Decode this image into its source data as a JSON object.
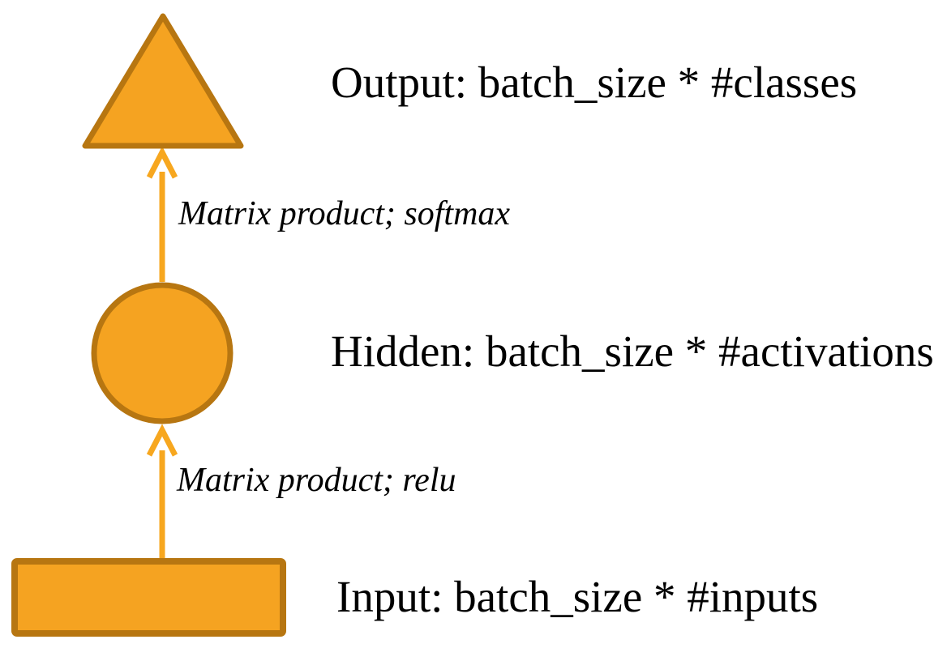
{
  "background": "#FFFFFF",
  "colors": {
    "shape_fill": "#F5A321",
    "shape_border": "#B77611",
    "arrow": "#F7A71F",
    "text": "#000000"
  },
  "nodes": {
    "output": {
      "shape": "triangle",
      "label": "Output: batch_size * #classes"
    },
    "hidden": {
      "shape": "circle",
      "label": "Hidden: batch_size * #activations"
    },
    "input": {
      "shape": "rectangle",
      "label": "Input: batch_size * #inputs"
    }
  },
  "edges": {
    "hidden_to_output": {
      "label": "Matrix product; softmax",
      "direction": "up"
    },
    "input_to_hidden": {
      "label": "Matrix product; relu",
      "direction": "up"
    }
  }
}
